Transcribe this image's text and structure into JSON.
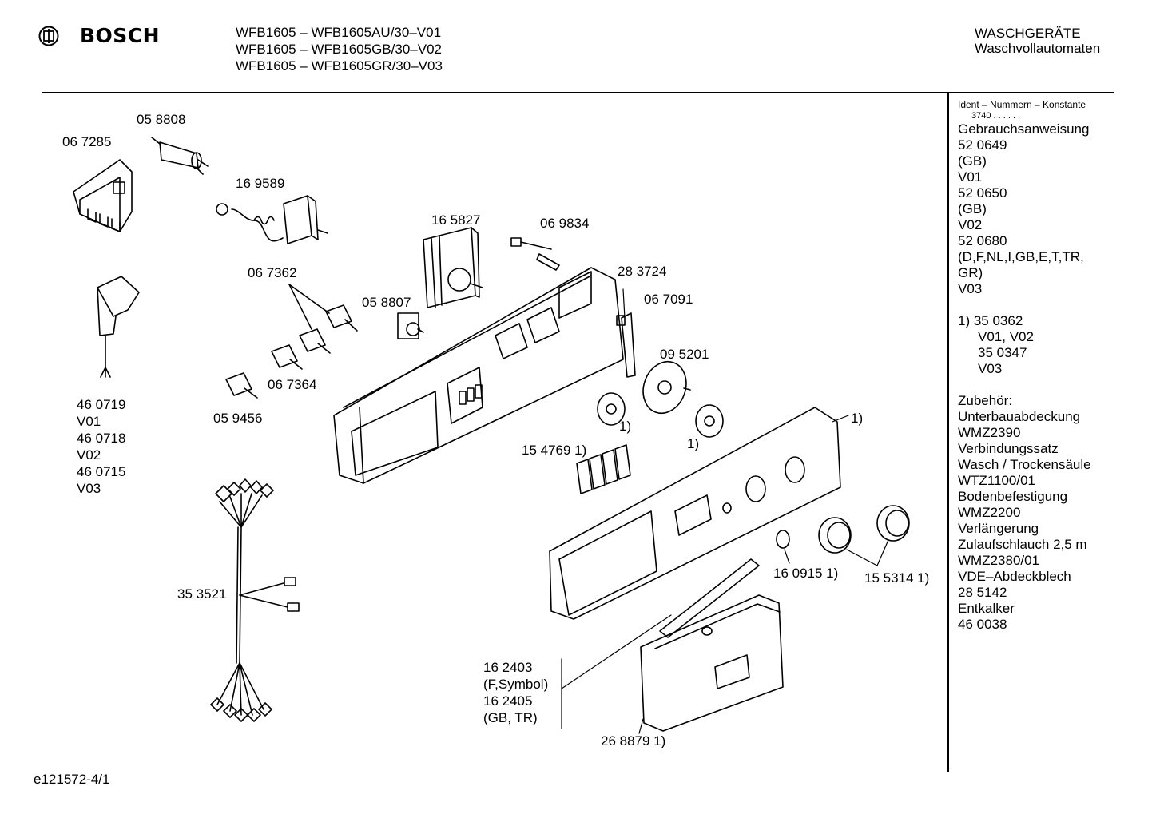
{
  "header": {
    "brand": "BOSCH",
    "models": [
      "WFB1605 – WFB1605AU/30–V01",
      "WFB1605 – WFB1605GB/30–V02",
      "WFB1605 – WFB1605GR/30–V03"
    ],
    "category": "WASCHGERÄTE",
    "subcategory": "Waschvollautomaten"
  },
  "sidebar": {
    "ident_heading": "Ident – Nummern – Konstante",
    "ident_value": "3740 . . . . . .",
    "manual_heading": "Gebrauchsanweisung",
    "manual_items": [
      "52 0649",
      "(GB)",
      "V01",
      "52 0650",
      "(GB)",
      "V02",
      "52 0680",
      "(D,F,NL,I,GB,E,T,TR,",
      "GR)",
      "V03"
    ],
    "note_lines": [
      "1)  35 0362",
      "V01, V02",
      "35 0347",
      "V03"
    ],
    "accessories_heading": "Zubehör:",
    "accessories": [
      "Unterbauabdeckung",
      "WMZ2390",
      "Verbindungssatz",
      "Wasch / Trockensäule",
      "WTZ1100/01",
      "Bodenbefestigung",
      "WMZ2200",
      "Verlängerung",
      "Zulaufschlauch 2,5 m",
      "WMZ2380/01",
      "VDE–Abdeckblech",
      "28 5142",
      "Entkalker",
      "46 0038"
    ]
  },
  "parts": {
    "p058808": "05 8808",
    "p067285": "06 7285",
    "p169589": "16 9589",
    "p165827": "16 5827",
    "p069834": "06 9834",
    "p067362": "06 7362",
    "p283724": "28 3724",
    "p058807": "05 8807",
    "p067091": "06 7091",
    "p095201": "09 5201",
    "p067364": "06 7364",
    "p059456": "05 9456",
    "plug_lines": [
      "46 0719",
      "V01",
      "46 0718",
      "V02",
      "46 0715",
      "V03"
    ],
    "fn1_a": "1)",
    "fn1_b": "1)",
    "fn1_c": "1)",
    "p154769": "15 4769 1)",
    "p353521": "35 3521",
    "p160915": "16 0915 1)",
    "p155314": "15 5314 1)",
    "p162403_lines": [
      "16 2403",
      "(F,Symbol)",
      "16 2405",
      "(GB, TR)"
    ],
    "p268879": "26 8879 1)"
  },
  "footer": {
    "code": "e121572-4/1"
  }
}
